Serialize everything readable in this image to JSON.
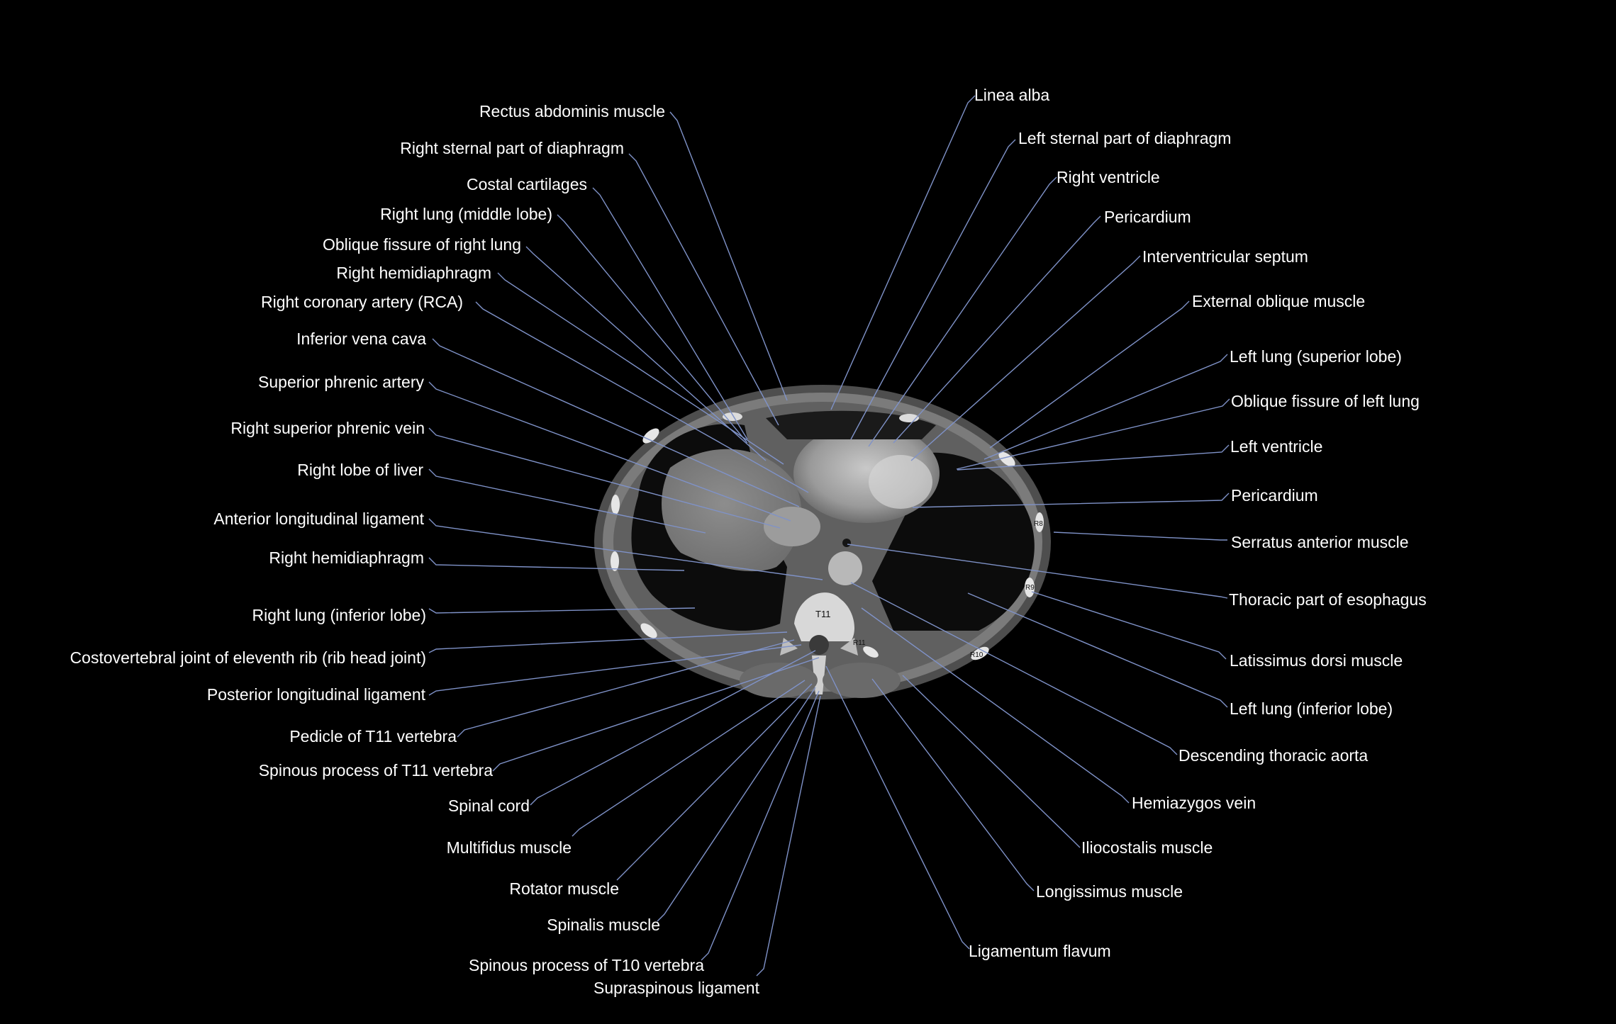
{
  "scan": {
    "vertebra_labels": [
      "T11"
    ],
    "rib_labels": [
      "R8",
      "R9",
      "R10",
      "R11"
    ]
  },
  "labels_left": [
    "Rectus abdominis muscle",
    "Right sternal part of diaphragm",
    "Costal cartilages",
    "Right lung (middle lobe)",
    "Oblique fissure of right lung",
    "Right hemidiaphragm",
    "Right coronary artery (RCA)",
    "Inferior vena cava",
    "Superior phrenic artery",
    "Right superior phrenic vein",
    "Right lobe of liver",
    "Anterior longitudinal ligament",
    "Right hemidiaphragm",
    "Right lung (inferior lobe)",
    "Costovertebral joint of eleventh rib (rib head joint)",
    "Posterior longitudinal ligament",
    "Pedicle of T11 vertebra",
    "Spinous process of T11 vertebra",
    "Spinal cord",
    "Multifidus muscle",
    "Rotator muscle",
    "Spinalis muscle",
    "Spinous process of T10 vertebra",
    "Supraspinous ligament"
  ],
  "labels_right": [
    "Linea alba",
    "Left sternal part of diaphragm",
    "Right ventricle",
    "Pericardium",
    "Interventricular septum",
    "External oblique muscle",
    "Left lung (superior lobe)",
    "Oblique fissure of left lung",
    "Left ventricle",
    "Pericardium",
    "Serratus anterior muscle",
    "Thoracic part of esophagus",
    "Latissimus dorsi muscle",
    "Left lung (inferior lobe)",
    "Descending thoracic aorta",
    "Hemiazygos vein",
    "Iliocostalis muscle",
    "Longissimus muscle",
    "Ligamentum flavum"
  ]
}
